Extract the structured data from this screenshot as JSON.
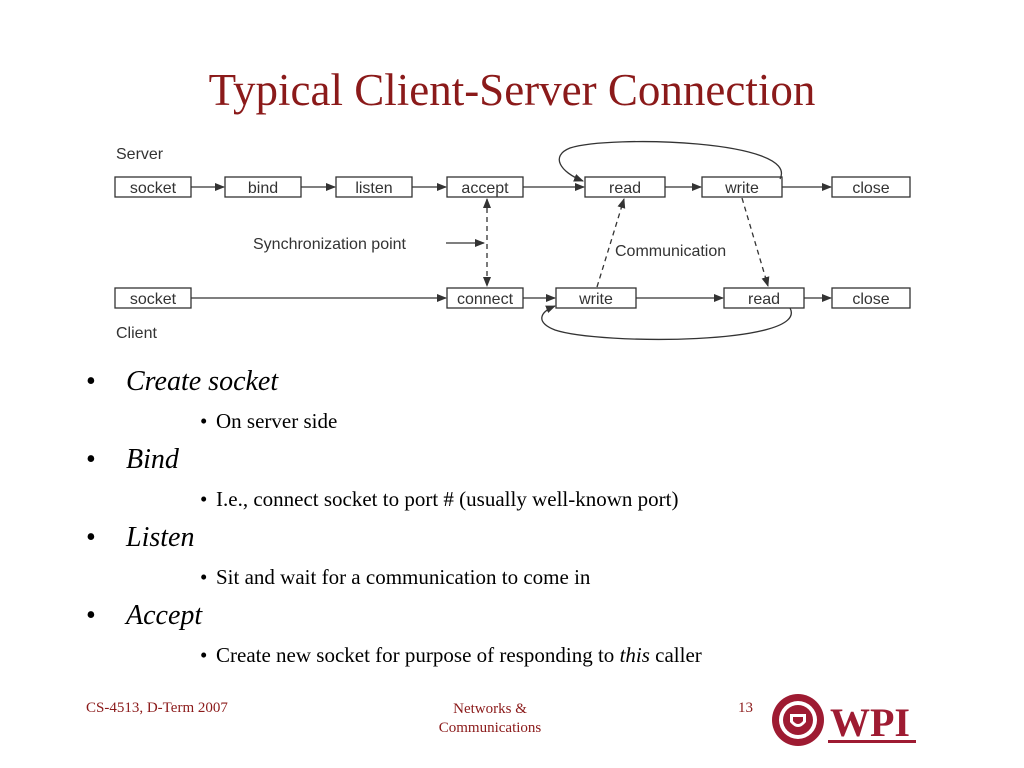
{
  "title": "Typical Client-Server Connection",
  "diagram": {
    "server_label": "Server",
    "client_label": "Client",
    "server_row": [
      "socket",
      "bind",
      "listen",
      "accept",
      "read",
      "write",
      "close"
    ],
    "client_row": [
      "socket",
      "connect",
      "write",
      "read",
      "close"
    ],
    "sync_label": "Synchronization point",
    "comm_label": "Communication"
  },
  "bullets": [
    {
      "text": "Create socket",
      "sub": "On server side"
    },
    {
      "text": "Bind",
      "sub": "I.e., connect socket to port # (usually well-known port)"
    },
    {
      "text": "Listen",
      "sub": "Sit and wait for a communication to come in"
    },
    {
      "text": "Accept",
      "sub_before": "Create new socket for purpose of responding to ",
      "sub_em": "this",
      "sub_after": " caller"
    }
  ],
  "footer": {
    "left": "CS-4513, D-Term 2007",
    "middle_line1": "Networks &",
    "middle_line2": "Communications",
    "page": "13",
    "logo_text": "WPI"
  },
  "colors": {
    "title": "#8b1a1a",
    "footer": "#8b1a1a",
    "logo": "#9e1b32"
  }
}
